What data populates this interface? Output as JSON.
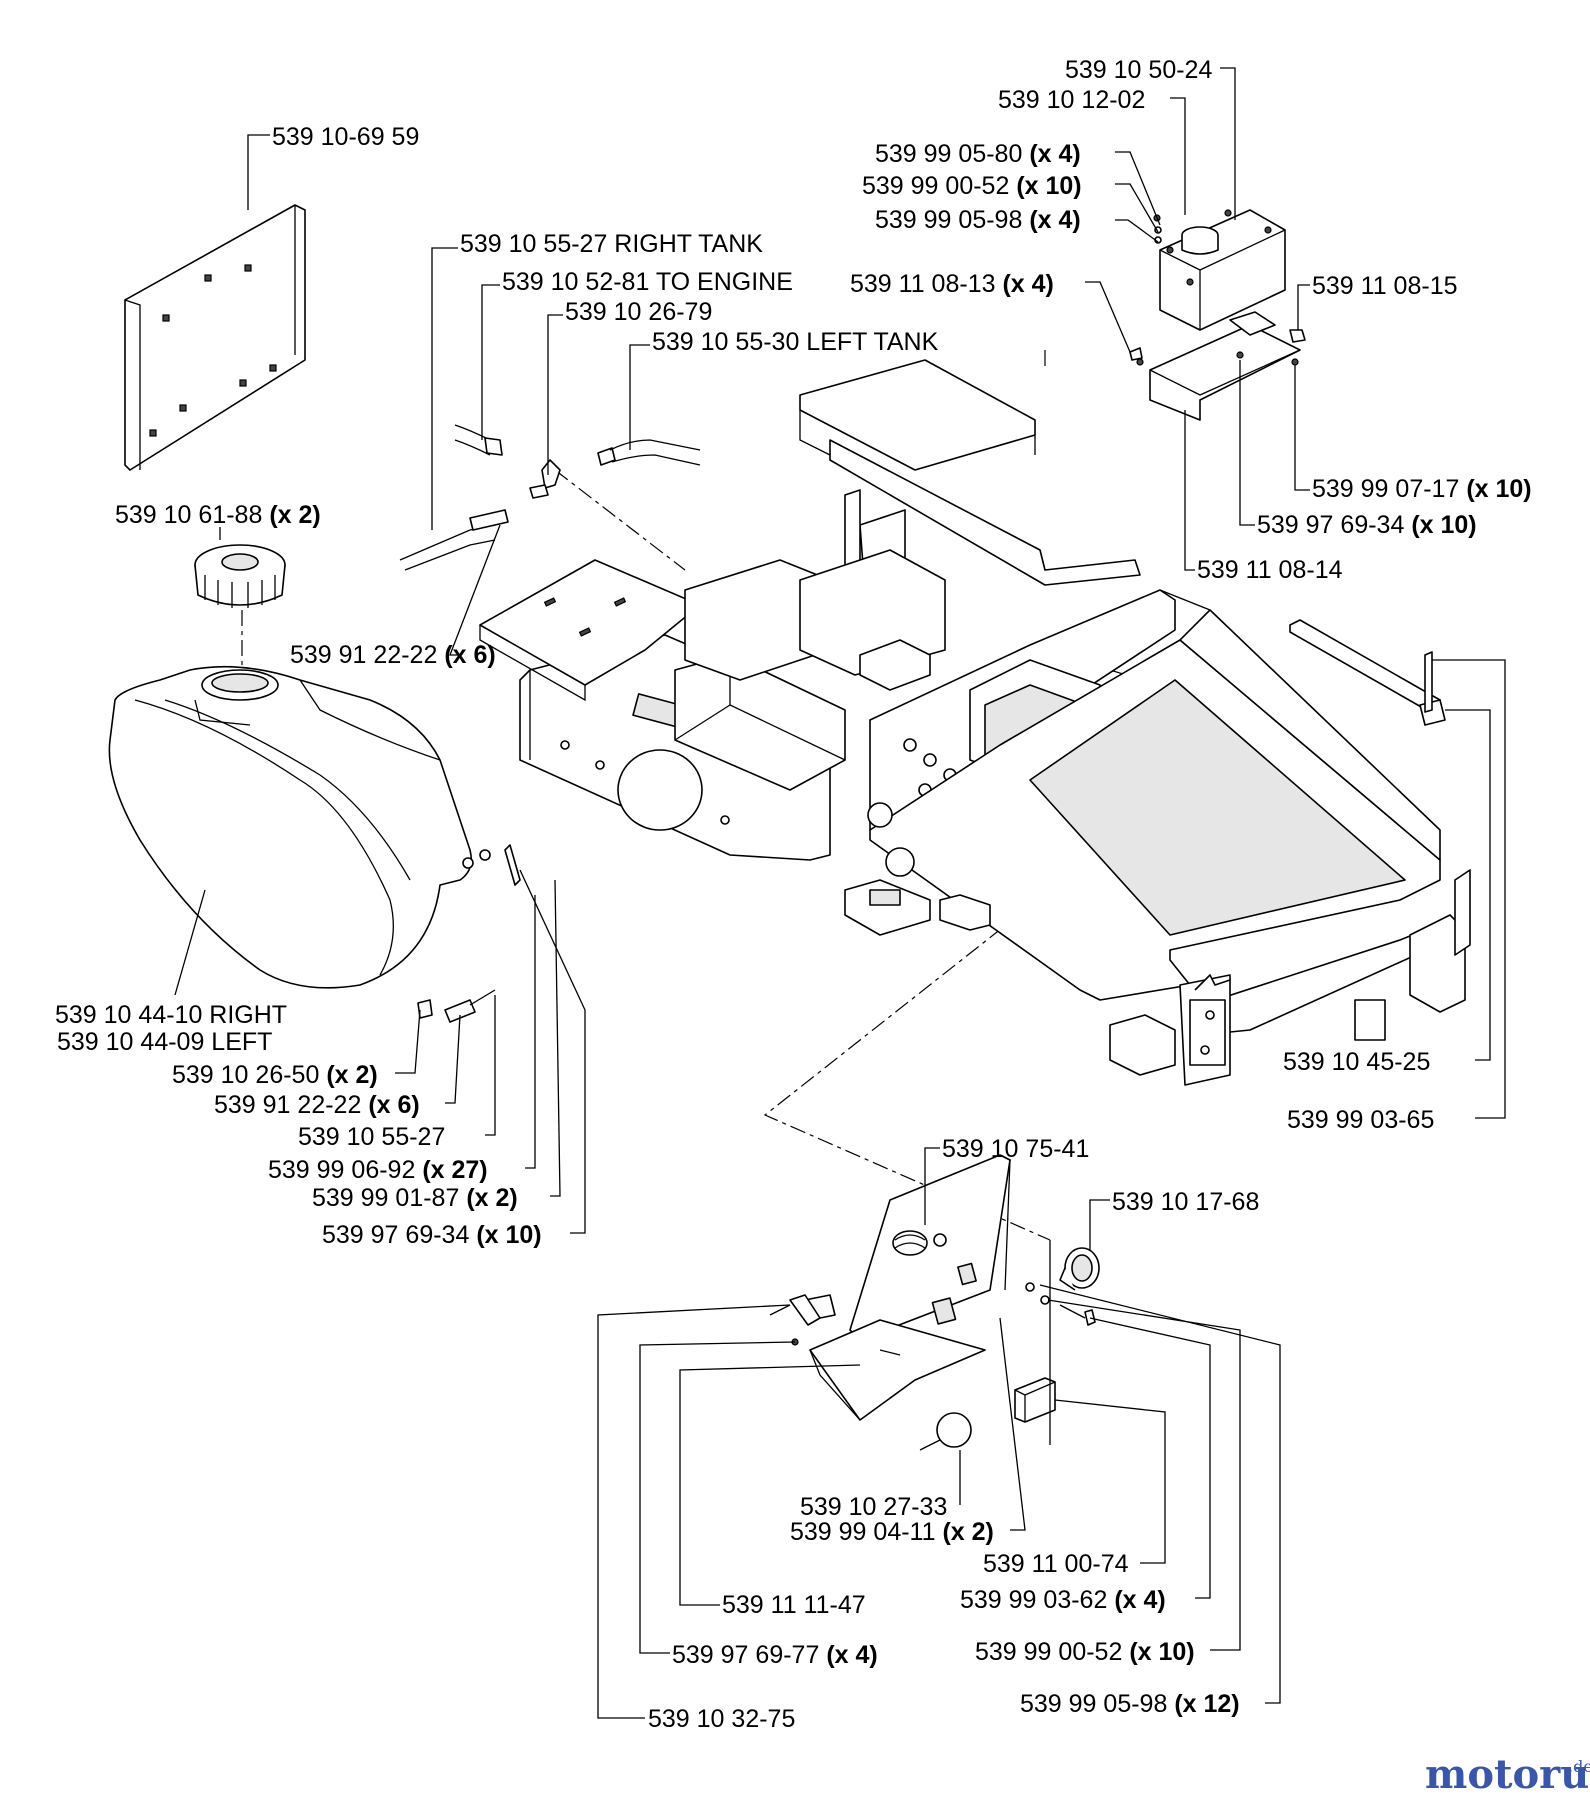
{
  "watermark": {
    "brand": "motoruf",
    "tld": ".de"
  },
  "callouts": [
    {
      "id": "c01",
      "num": "539 10 50-24",
      "qty": ""
    },
    {
      "id": "c02",
      "num": "539 10 12-02",
      "qty": ""
    },
    {
      "id": "c03",
      "num": "539 99 05-80",
      "qty": "(x 4)"
    },
    {
      "id": "c04",
      "num": "539 99 00-52",
      "qty": "(x 10)"
    },
    {
      "id": "c05",
      "num": "539 99 05-98",
      "qty": "(x 4)"
    },
    {
      "id": "c06",
      "num": "539 11 08-13",
      "qty": "(x 4)"
    },
    {
      "id": "c07",
      "num": "539 11 08-15",
      "qty": ""
    },
    {
      "id": "c08",
      "num": "539 99 07-17",
      "qty": "(x 10)"
    },
    {
      "id": "c09",
      "num": "539 97 69-34",
      "qty": "(x 10)"
    },
    {
      "id": "c10",
      "num": "539 11 08-14",
      "qty": ""
    },
    {
      "id": "c11",
      "num": "539 10-69 59",
      "qty": ""
    },
    {
      "id": "c12",
      "num": "539 10 55-27 RIGHT TANK",
      "qty": ""
    },
    {
      "id": "c13",
      "num": "539 10 52-81 TO ENGINE",
      "qty": ""
    },
    {
      "id": "c14",
      "num": "539 10 26-79",
      "qty": ""
    },
    {
      "id": "c15",
      "num": "539 10 55-30 LEFT TANK",
      "qty": ""
    },
    {
      "id": "c16",
      "num": "539 10 61-88",
      "qty": "(x 2)"
    },
    {
      "id": "c17",
      "num": "539 91 22-22",
      "qty": "(x 6)"
    },
    {
      "id": "c18",
      "num": "539 10 44-10 RIGHT",
      "qty": ""
    },
    {
      "id": "c19",
      "num": "539 10 44-09 LEFT",
      "qty": ""
    },
    {
      "id": "c20",
      "num": "539 10 26-50",
      "qty": "(x 2)"
    },
    {
      "id": "c21",
      "num": "539 91 22-22",
      "qty": "(x 6)"
    },
    {
      "id": "c22",
      "num": "539 10 55-27",
      "qty": ""
    },
    {
      "id": "c23",
      "num": "539 99 06-92",
      "qty": "(x 27)"
    },
    {
      "id": "c24",
      "num": "539 99 01-87",
      "qty": "(x 2)"
    },
    {
      "id": "c25",
      "num": "539 97 69-34",
      "qty": "(x 10)"
    },
    {
      "id": "c26",
      "num": "539 10 45-25",
      "qty": ""
    },
    {
      "id": "c27",
      "num": "539 99 03-65",
      "qty": ""
    },
    {
      "id": "c28",
      "num": "539 10 75-41",
      "qty": ""
    },
    {
      "id": "c29",
      "num": "539 10 17-68",
      "qty": ""
    },
    {
      "id": "c30",
      "num": "539 10 27-33",
      "qty": ""
    },
    {
      "id": "c31",
      "num": "539 99 04-11",
      "qty": "(x 2)"
    },
    {
      "id": "c32",
      "num": "539 11 00-74",
      "qty": ""
    },
    {
      "id": "c33",
      "num": "539 99 03-62",
      "qty": "(x 4)"
    },
    {
      "id": "c34",
      "num": "539 11 11-47",
      "qty": ""
    },
    {
      "id": "c35",
      "num": "539 99 00-52",
      "qty": "(x 10)"
    },
    {
      "id": "c36",
      "num": "539 97 69-77",
      "qty": "(x 4)"
    },
    {
      "id": "c37",
      "num": "539 99 05-98",
      "qty": "(x 12)"
    },
    {
      "id": "c38",
      "num": "539 10 32-75",
      "qty": ""
    }
  ]
}
